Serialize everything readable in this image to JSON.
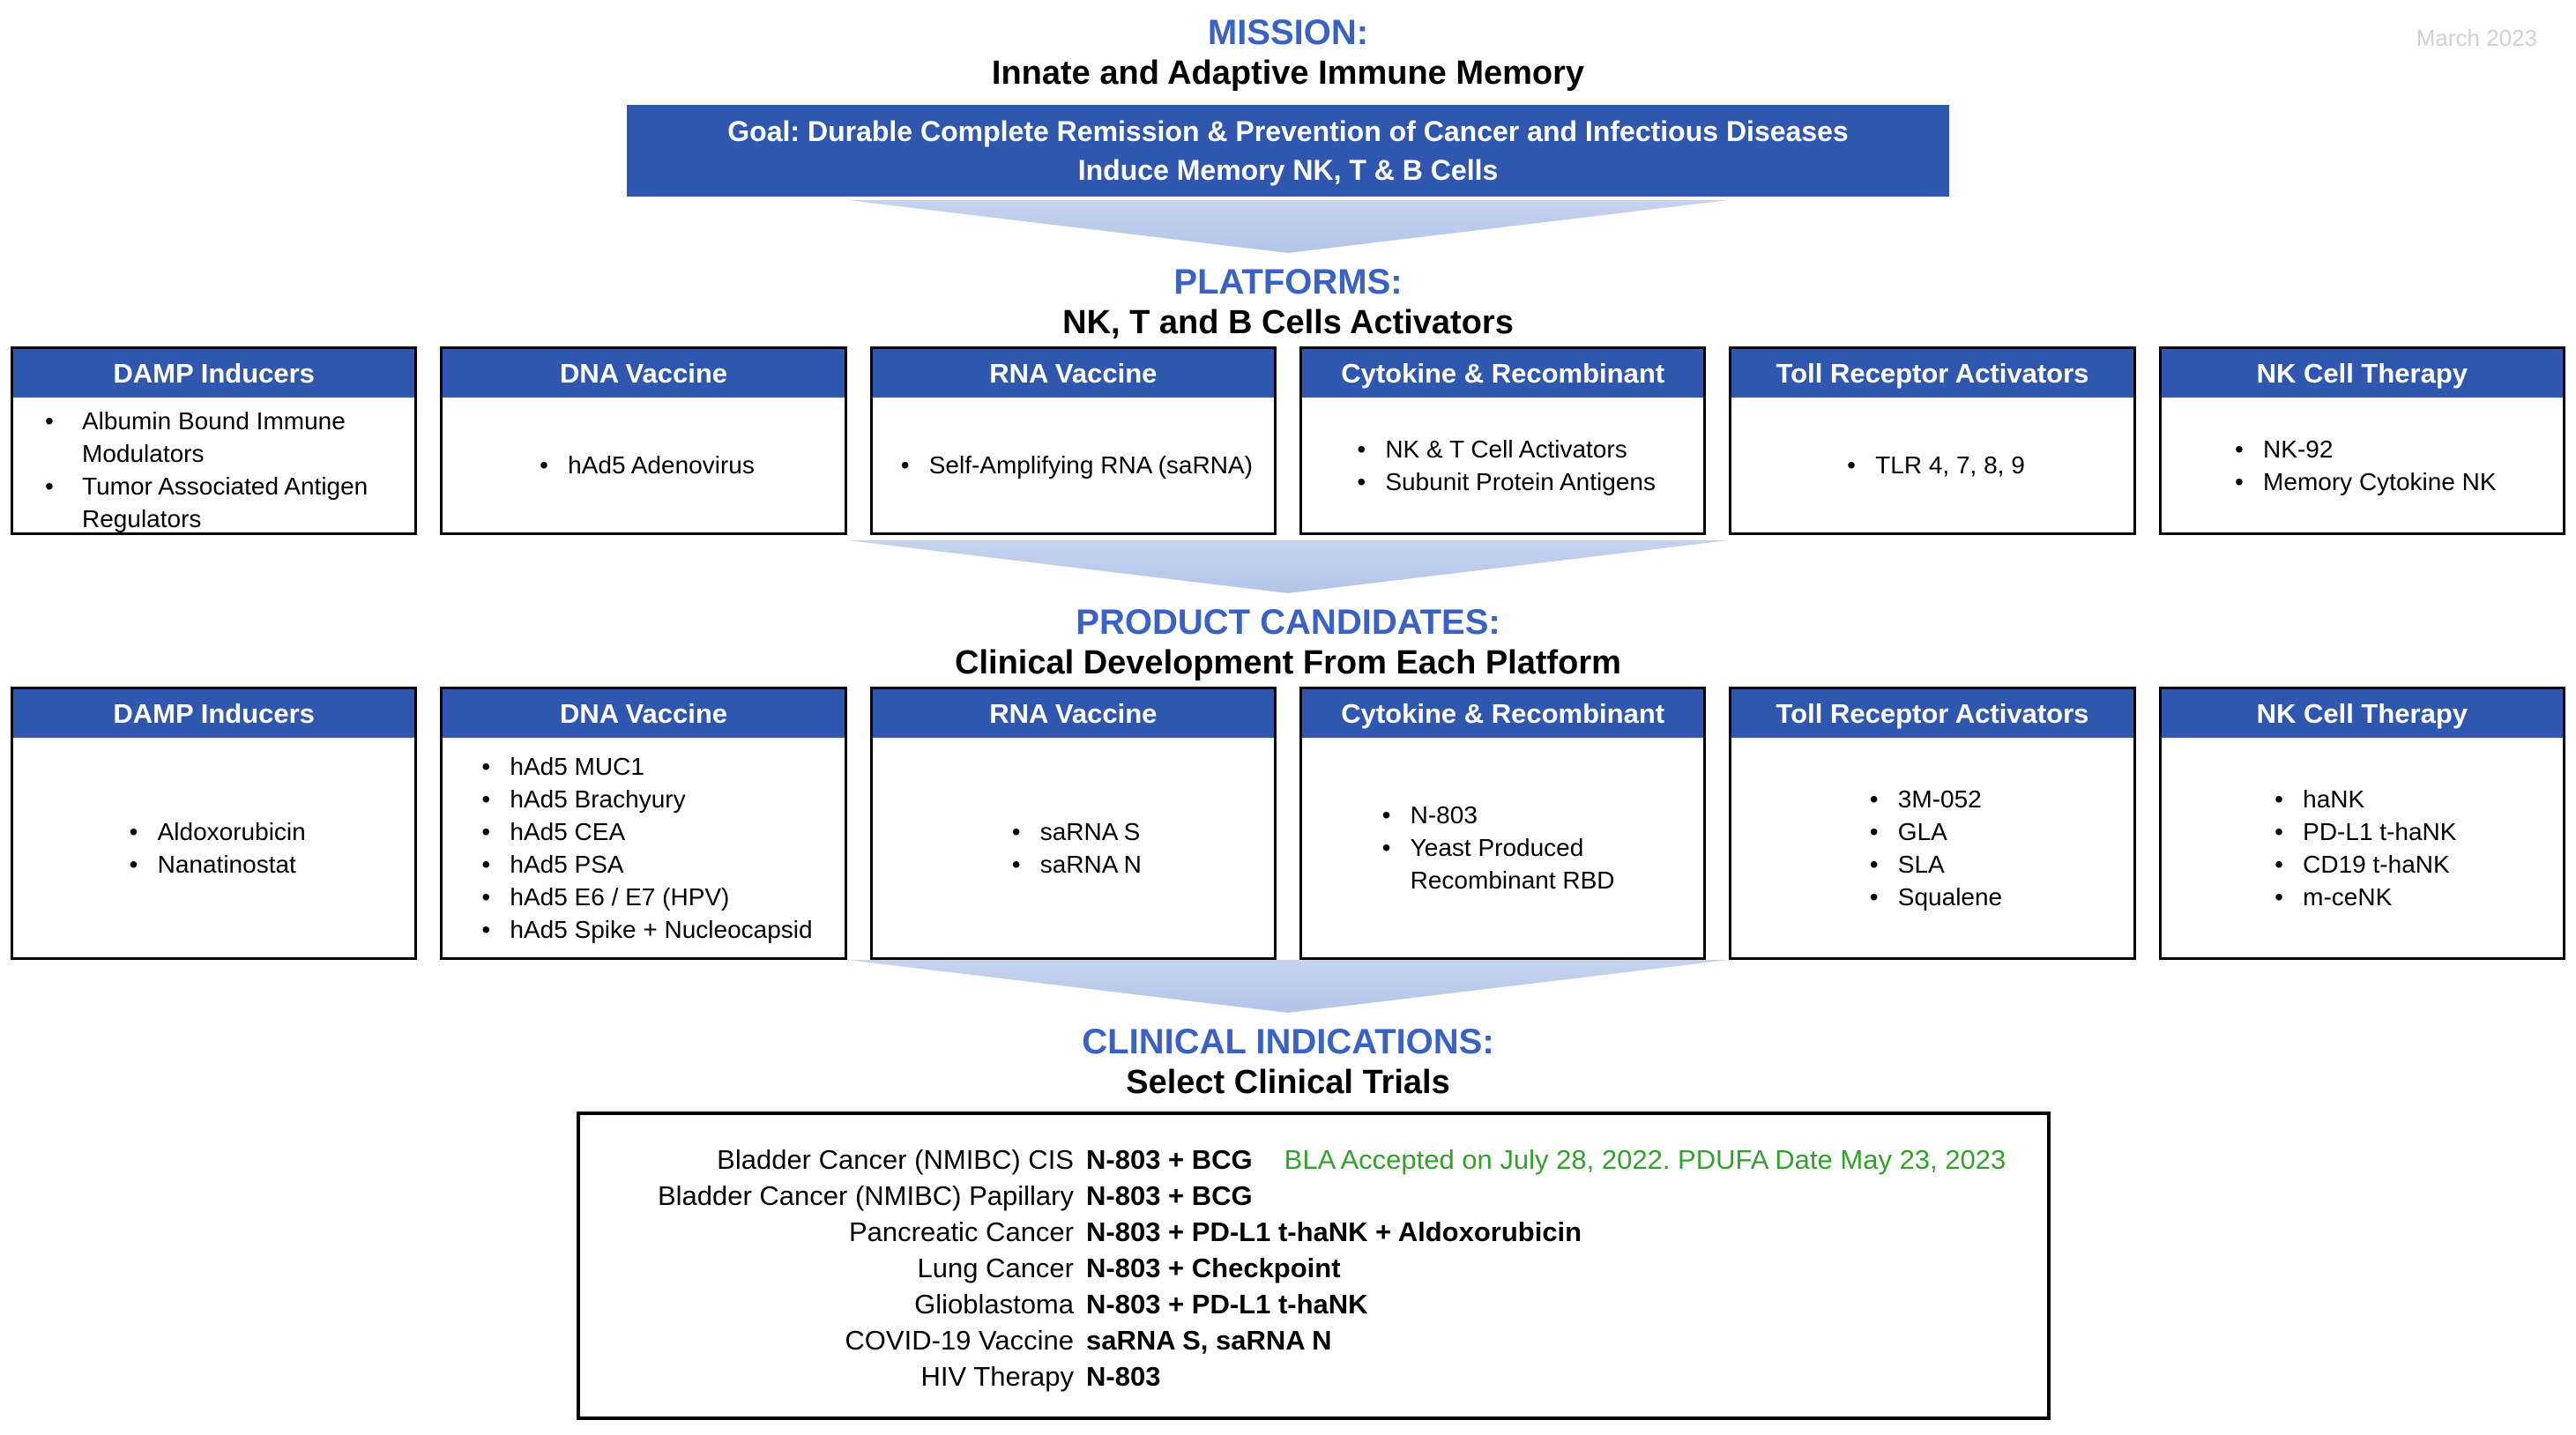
{
  "date_label": "March 2023",
  "mission": {
    "heading": "MISSION:",
    "subheading": "Innate and Adaptive Immune Memory",
    "goal_line1": "Goal: Durable Complete Remission & Prevention of Cancer and Infectious Diseases",
    "goal_line2": "Induce Memory NK, T & B Cells"
  },
  "platforms": {
    "heading": "PLATFORMS:",
    "subheading": "NK, T and B Cells Activators",
    "boxes": [
      {
        "title": "DAMP Inducers",
        "items": [
          "Albumin Bound Immune Modulators",
          "Tumor Associated Antigen Regulators"
        ]
      },
      {
        "title": "DNA Vaccine",
        "items": [
          "hAd5 Adenovirus"
        ]
      },
      {
        "title": "RNA Vaccine",
        "items": [
          "Self-Amplifying RNA (saRNA)"
        ]
      },
      {
        "title": "Cytokine & Recombinant",
        "items": [
          "NK & T Cell Activators",
          "Subunit Protein Antigens"
        ]
      },
      {
        "title": "Toll Receptor Activators",
        "items": [
          "TLR 4, 7, 8, 9"
        ]
      },
      {
        "title": "NK Cell Therapy",
        "items": [
          "NK-92",
          "Memory Cytokine NK"
        ]
      }
    ]
  },
  "product_candidates": {
    "heading": "PRODUCT CANDIDATES:",
    "subheading": "Clinical Development From Each Platform",
    "boxes": [
      {
        "title": "DAMP Inducers",
        "items": [
          "Aldoxorubicin",
          "Nanatinostat"
        ]
      },
      {
        "title": "DNA Vaccine",
        "items": [
          "hAd5 MUC1",
          "hAd5 Brachyury",
          "hAd5 CEA",
          "hAd5 PSA",
          "hAd5 E6 / E7 (HPV)",
          "hAd5 Spike + Nucleocapsid"
        ]
      },
      {
        "title": "RNA Vaccine",
        "items": [
          "saRNA S",
          "saRNA N"
        ]
      },
      {
        "title": "Cytokine & Recombinant",
        "items": [
          "N-803",
          "Yeast Produced Recombinant RBD"
        ]
      },
      {
        "title": "Toll Receptor Activators",
        "items": [
          "3M-052",
          "GLA",
          "SLA",
          "Squalene"
        ]
      },
      {
        "title": "NK Cell Therapy",
        "items": [
          "haNK",
          "PD-L1 t-haNK",
          "CD19 t-haNK",
          "m-ceNK"
        ]
      }
    ]
  },
  "clinical_indications": {
    "heading": "CLINICAL INDICATIONS:",
    "subheading": "Select Clinical Trials",
    "trials": [
      {
        "indication": "Bladder Cancer (NMIBC) CIS",
        "treatment": "N-803 + BCG",
        "note": "BLA Accepted on July 28, 2022. PDUFA Date May 23, 2023"
      },
      {
        "indication": "Bladder Cancer (NMIBC) Papillary",
        "treatment": "N-803 + BCG",
        "note": ""
      },
      {
        "indication": "Pancreatic Cancer",
        "treatment": "N-803 + PD-L1 t-haNK + Aldoxorubicin",
        "note": ""
      },
      {
        "indication": "Lung Cancer",
        "treatment": "N-803 + Checkpoint",
        "note": ""
      },
      {
        "indication": "Glioblastoma",
        "treatment": "N-803 + PD-L1 t-haNK",
        "note": ""
      },
      {
        "indication": "COVID-19 Vaccine",
        "treatment": "saRNA S, saRNA N",
        "note": ""
      },
      {
        "indication": "HIV Therapy",
        "treatment": "N-803",
        "note": ""
      }
    ]
  },
  "colors": {
    "banner_blue": "#2f57b0",
    "heading_blue": "#3a62c4",
    "chevron_blue": "#b9c9e9",
    "note_green": "#31a32a",
    "date_gray": "#d1d1d1"
  }
}
